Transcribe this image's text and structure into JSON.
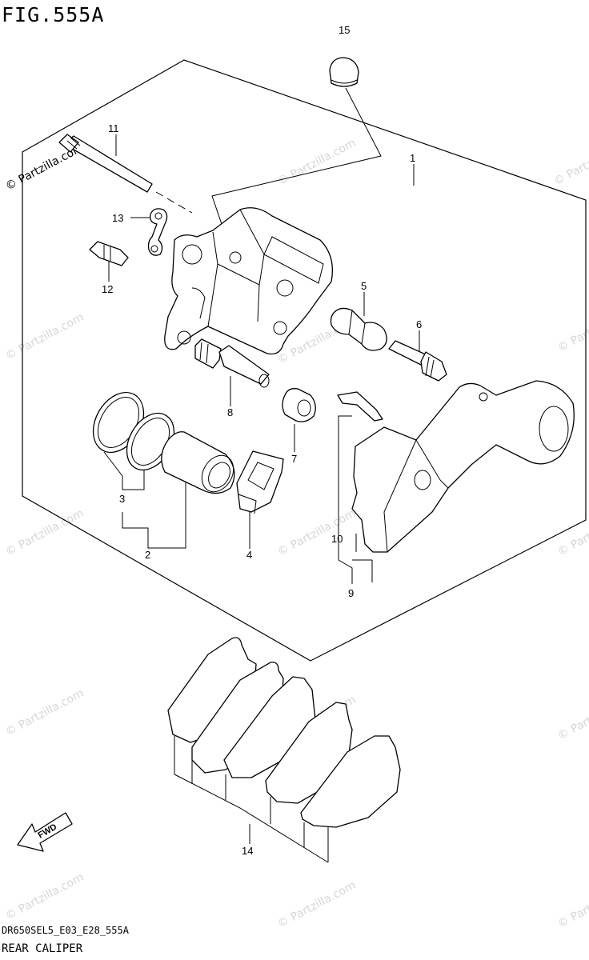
{
  "figure": {
    "title": "FIG.555A",
    "model_code": "DR650SEL5_E03_E28_555A",
    "name": "REAR CALIPER"
  },
  "watermark": {
    "text": "© Partzilla.com",
    "color": "#d6d6d6"
  },
  "fwd_arrow": {
    "label": "FWD"
  },
  "callouts": [
    "1",
    "2",
    "3",
    "4",
    "5",
    "6",
    "7",
    "8",
    "9",
    "10",
    "11",
    "12",
    "13",
    "14",
    "15"
  ]
}
